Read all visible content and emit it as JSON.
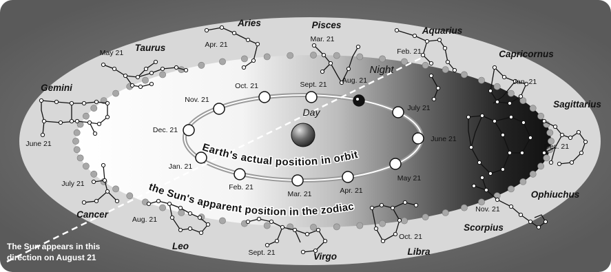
{
  "labels": {
    "day": "Day",
    "night": "Night",
    "orbit_caption": "Earth's actual position in orbit",
    "zodiac_caption": "the Sun's apparent position in the zodiac",
    "callout_line1": "The Sun appears in this",
    "callout_line2": "direction on August 21"
  },
  "constellations": [
    "Aries",
    "Pisces",
    "Aquarius",
    "Capricornus",
    "Sagittarius",
    "Ophiuchus",
    "Scorpius",
    "Libra",
    "Virgo",
    "Leo",
    "Cancer",
    "Gemini",
    "Taurus"
  ],
  "orbit_months": [
    "Sept. 21",
    "Oct. 21",
    "Nov. 21",
    "Dec. 21",
    "Jan. 21",
    "Feb. 21",
    "Mar. 21",
    "Apr. 21",
    "May 21",
    "June 21",
    "July 21",
    "Aug. 21"
  ],
  "zodiac_months": [
    "Apr. 21",
    "Mar. 21",
    "Feb. 21",
    "Jan. 21",
    "Dec. 21",
    "Nov. 21",
    "Oct. 21",
    "Sept. 21",
    "Aug. 21",
    "July 21",
    "June 21",
    "May 21"
  ]
}
